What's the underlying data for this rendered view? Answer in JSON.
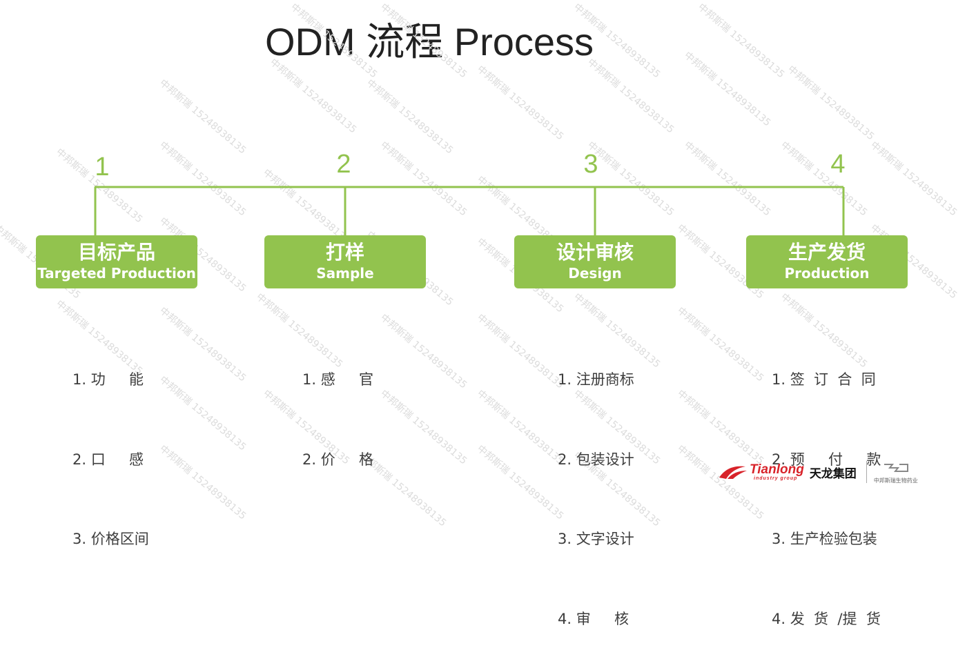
{
  "title": "ODM 流程  Process",
  "watermark_text": "中邦斯瑞 15248938135",
  "accent_color": "#92c34e",
  "steps": [
    {
      "number": "1",
      "title_cn": "目标产品",
      "title_en": "Targeted Production",
      "items": [
        "1. 功　  能",
        "2. 口　  感",
        "3. 价格区间"
      ]
    },
    {
      "number": "2",
      "title_cn": "打样",
      "title_en": "Sample",
      "items": [
        "1. 感　  官",
        "2. 价　  格"
      ]
    },
    {
      "number": "3",
      "title_cn": "设计审核",
      "title_en": "Design",
      "items": [
        "1. 注册商标",
        "2. 包装设计",
        "3. 文字设计",
        "4. 审　  核"
      ]
    },
    {
      "number": "4",
      "title_cn": "生产发货",
      "title_en": "Production",
      "items": [
        "1. 签  订  合  同",
        "2. 预  　付  　款",
        "3. 生产检验包装",
        "4. 发  货  /提  货"
      ]
    }
  ],
  "footer": {
    "brand_en": "Tianlong",
    "brand_sub": "industry  group",
    "brand_cn": "天龙集团",
    "partner_name": "中邦斯瑞生物药业",
    "brand_color": "#d8232a"
  }
}
